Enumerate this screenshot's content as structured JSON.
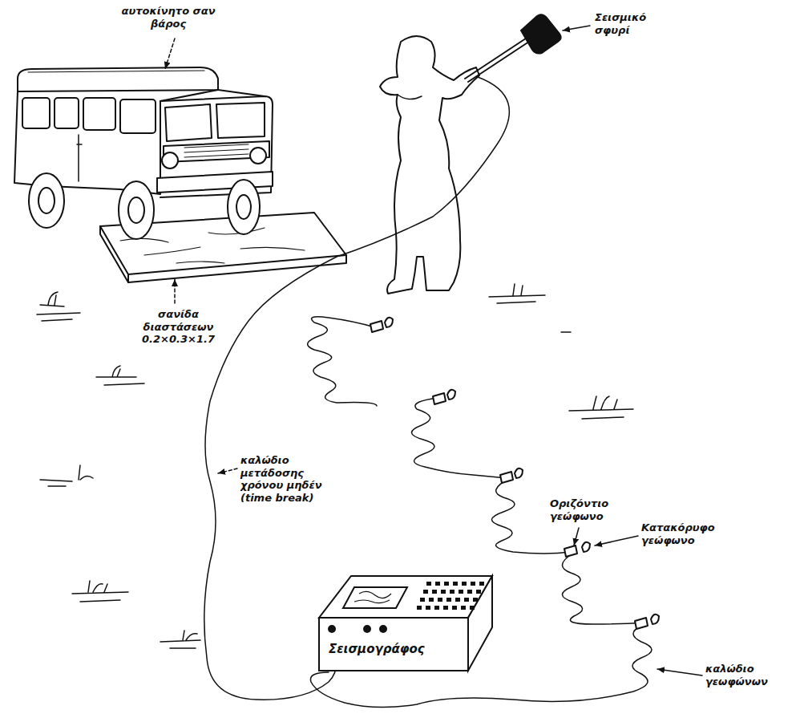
{
  "diagram": {
    "nodes": [
      {
        "text": [
          "Σεισμογράφος"
        ]
      }
    ],
    "labels": [
      "αυτοκίνητο σαν βάρος",
      "Σεισμικό σφυρί",
      "σανίδα διαστάσεων 0.2×0.3×1.7",
      "καλώδιο μετάδοσης χρόνου μηδέν (time break)",
      "Οριζόντιο γεώφωνο",
      "Κατακόρυφο γεώφωνο",
      "καλώδιο γεωφώνων"
    ]
  }
}
